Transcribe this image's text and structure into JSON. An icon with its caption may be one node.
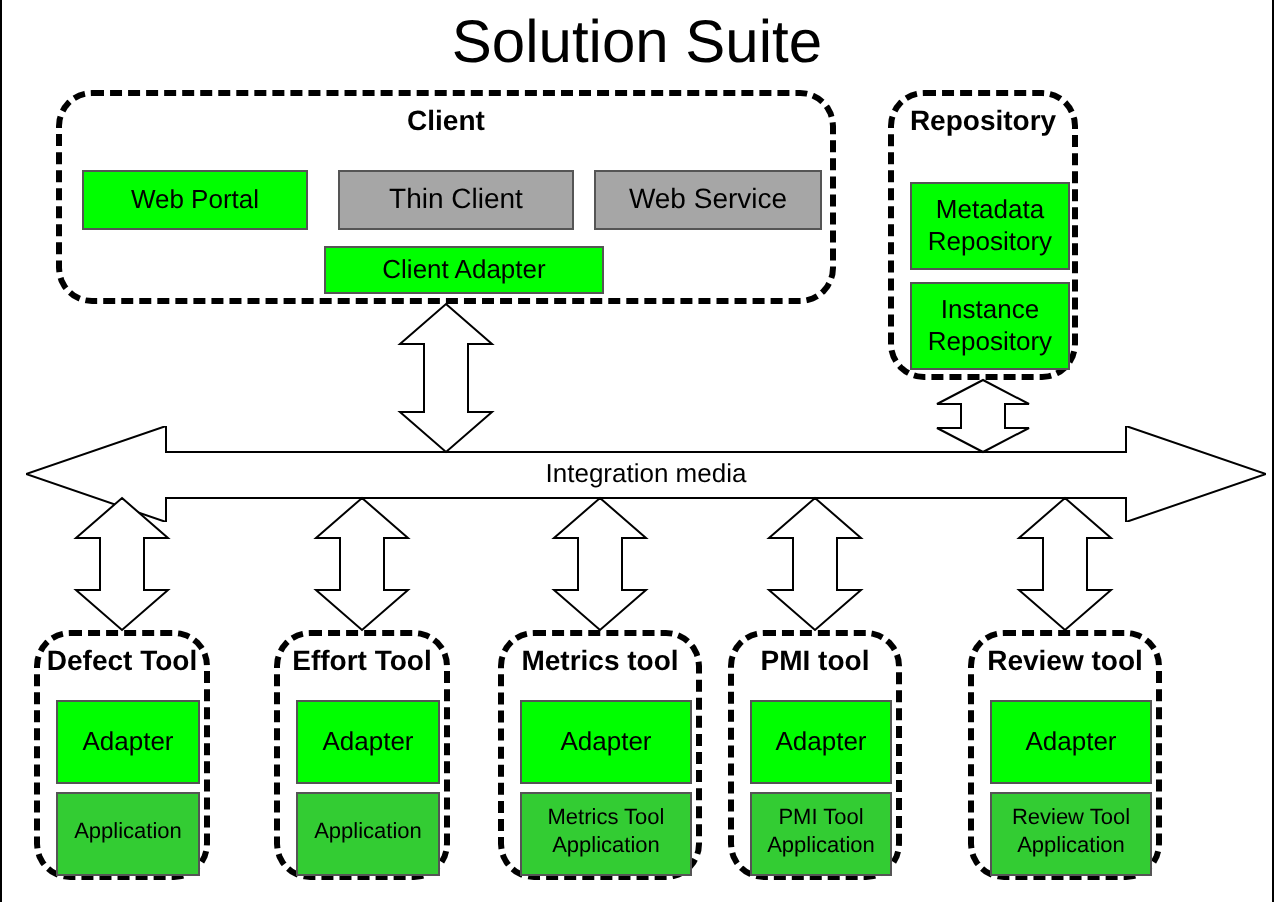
{
  "diagram": {
    "title": "Solution Suite",
    "nodes": [
      {
        "text": [
          "Client"
        ]
      },
      {
        "text": [
          "Web Portal"
        ],
        "in": 0
      },
      {
        "text": [
          "Thin Client"
        ],
        "in": 0
      },
      {
        "text": [
          "Web Service"
        ],
        "in": 0
      },
      {
        "text": [
          "Client Adapter"
        ],
        "in": 0
      },
      {
        "text": [
          "Repository"
        ]
      },
      {
        "text": [
          "Metadata Repository"
        ],
        "in": 5
      },
      {
        "text": [
          "Instance Repository"
        ],
        "in": 5
      },
      {
        "text": [
          "Integration media"
        ]
      },
      {
        "text": [
          "Defect Tool"
        ]
      },
      {
        "text": [
          "Adapter"
        ],
        "in": 9
      },
      {
        "text": [
          "Application"
        ],
        "in": 9
      },
      {
        "text": [
          "Effort Tool"
        ]
      },
      {
        "text": [
          "Adapter"
        ],
        "in": 12
      },
      {
        "text": [
          "Application"
        ],
        "in": 12
      },
      {
        "text": [
          "Metrics tool"
        ]
      },
      {
        "text": [
          "Adapter"
        ],
        "in": 15
      },
      {
        "text": [
          "Metrics Tool Application"
        ],
        "in": 15
      },
      {
        "text": [
          "PMI tool"
        ]
      },
      {
        "text": [
          "Adapter"
        ],
        "in": 18
      },
      {
        "text": [
          "PMI Tool Application"
        ],
        "in": 18
      },
      {
        "text": [
          "Review tool"
        ]
      },
      {
        "text": [
          "Adapter"
        ],
        "in": 21
      },
      {
        "text": [
          "Review Tool Application"
        ],
        "in": 21
      }
    ],
    "edges": [
      {
        "from": 0,
        "to": 8,
        "arrow": "both"
      },
      {
        "from": 5,
        "to": 8,
        "arrow": "both"
      },
      {
        "from": 8,
        "to": 9,
        "arrow": "both"
      },
      {
        "from": 8,
        "to": 12,
        "arrow": "both"
      },
      {
        "from": 8,
        "to": 15,
        "arrow": "both"
      },
      {
        "from": 8,
        "to": 18,
        "arrow": "both"
      },
      {
        "from": 8,
        "to": 21,
        "arrow": "both"
      }
    ]
  }
}
